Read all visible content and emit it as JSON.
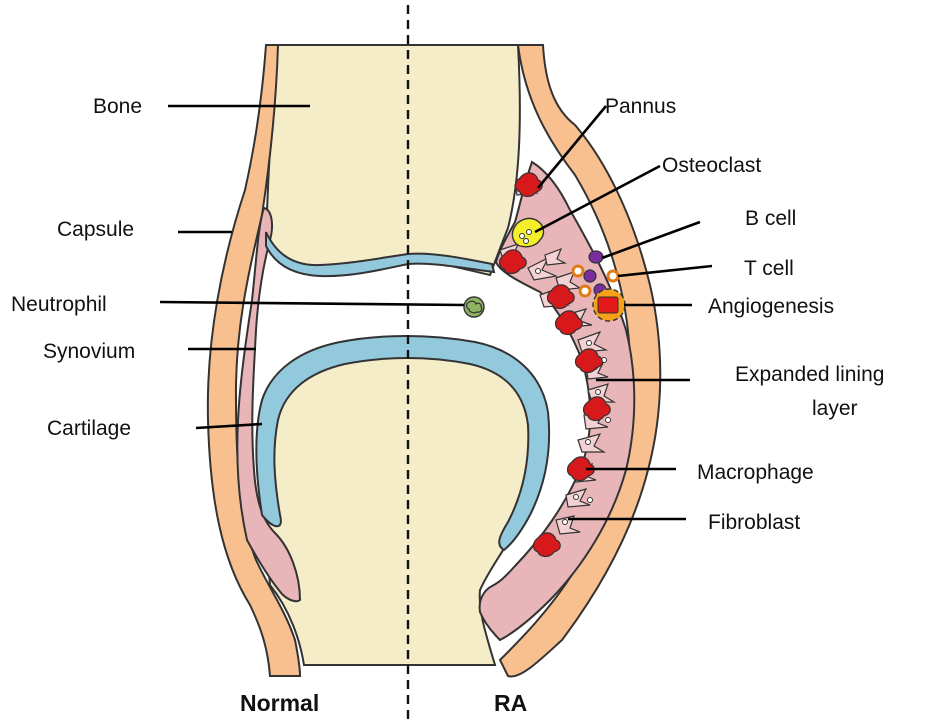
{
  "labels": {
    "bone": "Bone",
    "capsule": "Capsule",
    "neutrophil": "Neutrophil",
    "synovium": "Synovium",
    "cartilage": "Cartilage",
    "pannus": "Pannus",
    "osteoclast": "Osteoclast",
    "b_cell": "B cell",
    "t_cell": "T cell",
    "angiogenesis": "Angiogenesis",
    "expanded_lining_line1": "Expanded lining",
    "expanded_lining_line2": "layer",
    "macrophage": "Macrophage",
    "fibroblast": "Fibroblast"
  },
  "panels": {
    "normal": "Normal",
    "ra": "RA"
  },
  "colors": {
    "bone": "#f5ecc8",
    "capsule": "#f9c08f",
    "synovium": "#e8b6b9",
    "cartilage": "#92c9dc",
    "macrophage": "#d7191c",
    "osteoclast": "#f3ef2a",
    "b_cell": "#7a2e9e",
    "t_cell": "#e07b1a",
    "neutrophil": "#8fb265",
    "vessel": "#f5a11a"
  }
}
